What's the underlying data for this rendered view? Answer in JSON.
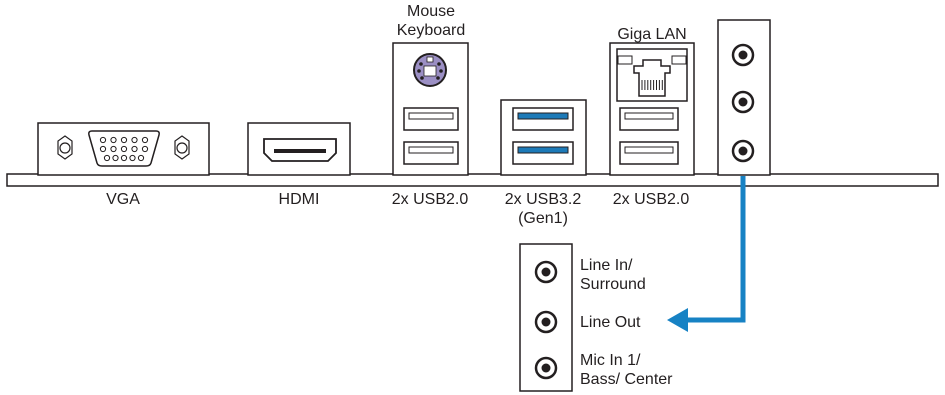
{
  "port_labels": {
    "vga": "VGA",
    "hdmi": "HDMI",
    "usb20_left": "2x USB2.0",
    "usb32_line1": "2x USB3.2",
    "usb32_line2": "(Gen1)",
    "usb20_right": "2x USB2.0",
    "ps2_line1": "Mouse",
    "ps2_line2": "Keyboard",
    "lan": "Giga LAN"
  },
  "audio_jacks": {
    "line_in_line1": "Line In/",
    "line_in_line2": "Surround",
    "line_out": "Line Out",
    "mic_line1": "Mic In 1/",
    "mic_line2": "Bass/ Center"
  },
  "colors": {
    "line": "#231f20",
    "usb3_blue": "#1d7ab8",
    "arrow_blue": "#1782c4"
  }
}
